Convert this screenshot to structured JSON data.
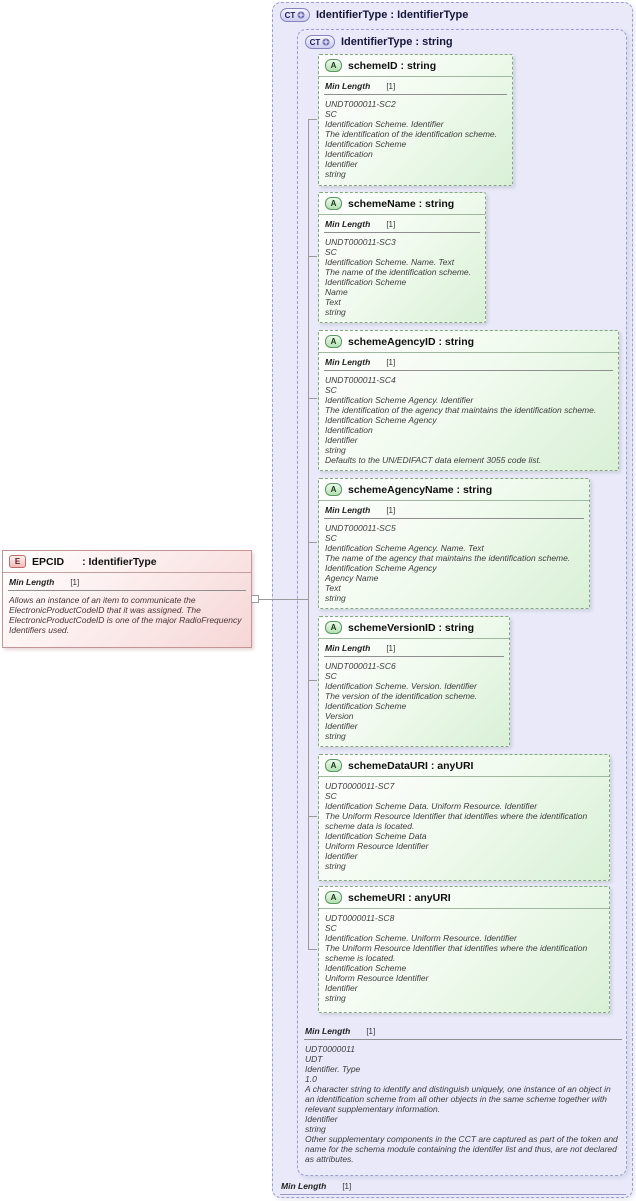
{
  "diagram": {
    "outer": {
      "badge": "CT",
      "title": "IdentifierType : IdentifierType",
      "facet_name": "Min Length",
      "facet_value": "[1]"
    },
    "inner": {
      "badge": "CT",
      "title": "IdentifierType : string",
      "facet_name": "Min Length",
      "facet_value": "[1]",
      "doc": "UDT0000011\nUDT\nIdentifier. Type\n1.0\nA character string to identify and distinguish uniquely, one instance of an object in an identification scheme from all other objects in the same scheme together with relevant supplementary information.\nIdentifier\nstring\nOther supplementary components in the CCT are captured as part of the token and name for the schema module containing the identifer list and thus, are not declared as attributes."
    },
    "element": {
      "badge": "E",
      "name": "EPCID",
      "type": ": IdentifierType",
      "facet_name": "Min Length",
      "facet_value": "[1]",
      "doc": "Allows an instance of an item to communicate the ElectronicProductCodeID that it was assigned. The ElectronicProductCodeID is one of the major RadioFrequency Identifiers used."
    },
    "attributes": [
      {
        "badge": "A",
        "title": "schemeID : string",
        "facet_name": "Min Length",
        "facet_value": "[1]",
        "doc": "UNDT000011-SC2\nSC\nIdentification Scheme. Identifier\nThe identification of the identification scheme.\nIdentification Scheme\nIdentification\nIdentifier\nstring"
      },
      {
        "badge": "A",
        "title": "schemeName : string",
        "facet_name": "Min Length",
        "facet_value": "[1]",
        "doc": "UNDT000011-SC3\nSC\nIdentification Scheme. Name. Text\nThe name of the identification scheme.\nIdentification Scheme\nName\nText\nstring"
      },
      {
        "badge": "A",
        "title": "schemeAgencyID : string",
        "facet_name": "Min Length",
        "facet_value": "[1]",
        "doc": "UNDT000011-SC4\nSC\nIdentification Scheme Agency. Identifier\nThe identification of the agency that maintains the identification scheme.\nIdentification Scheme Agency\nIdentification\nIdentifier\nstring\nDefaults to the UN/EDIFACT data element 3055 code list."
      },
      {
        "badge": "A",
        "title": "schemeAgencyName : string",
        "facet_name": "Min Length",
        "facet_value": "[1]",
        "doc": "UNDT000011-SC5\nSC\nIdentification Scheme Agency. Name. Text\nThe name of the agency that maintains the identification scheme.\nIdentification Scheme Agency\nAgency Name\nText\nstring"
      },
      {
        "badge": "A",
        "title": "schemeVersionID : string",
        "facet_name": "Min Length",
        "facet_value": "[1]",
        "doc": "UNDT000011-SC6\nSC\nIdentification Scheme. Version. Identifier\nThe version of the identification scheme.\nIdentification Scheme\nVersion\nIdentifier\nstring"
      },
      {
        "badge": "A",
        "title": "schemeDataURI : anyURI",
        "doc": "UDT0000011-SC7\nSC\nIdentification Scheme Data. Uniform Resource. Identifier\nThe Uniform Resource Identifier that identifies where the identification scheme data is located.\nIdentification Scheme Data\nUniform Resource Identifier\nIdentifier\nstring"
      },
      {
        "badge": "A",
        "title": "schemeURI : anyURI",
        "doc": "UDT0000011-SC8\nSC\nIdentification Scheme. Uniform Resource. Identifier\nThe Uniform Resource Identifier that identifies where the identification scheme is located.\nIdentification Scheme\nUniform Resource Identifier\nIdentifier\nstring"
      }
    ]
  }
}
